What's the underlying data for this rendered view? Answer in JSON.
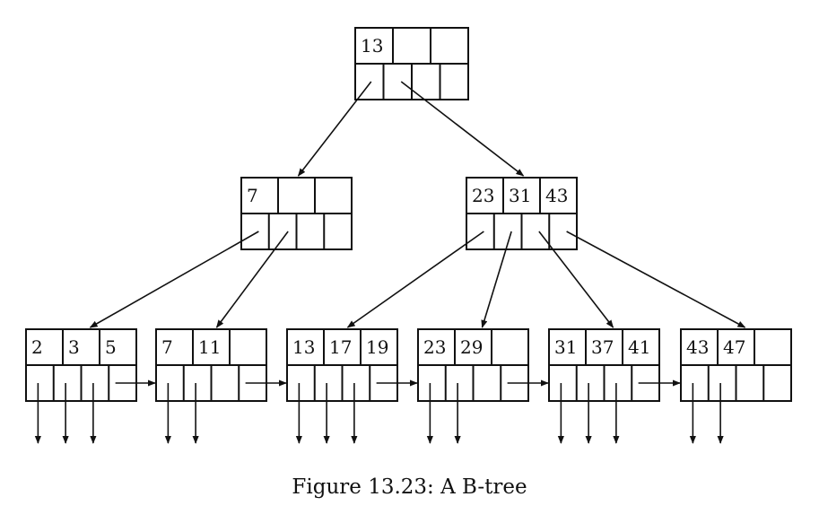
{
  "caption": "Figure 13.23: A B-tree",
  "colors": {
    "ink": "#111111",
    "background": "#ffffff"
  },
  "tree": {
    "root": {
      "keys": [
        "13",
        "",
        ""
      ]
    },
    "internal": [
      {
        "keys": [
          "7",
          "",
          ""
        ]
      },
      {
        "keys": [
          "23",
          "31",
          "43"
        ]
      }
    ],
    "leaves": [
      {
        "keys": [
          "2",
          "3",
          "5"
        ]
      },
      {
        "keys": [
          "7",
          "11",
          ""
        ]
      },
      {
        "keys": [
          "13",
          "17",
          "19"
        ]
      },
      {
        "keys": [
          "23",
          "29",
          ""
        ]
      },
      {
        "keys": [
          "31",
          "37",
          "41"
        ]
      },
      {
        "keys": [
          "43",
          "47",
          ""
        ]
      }
    ]
  }
}
